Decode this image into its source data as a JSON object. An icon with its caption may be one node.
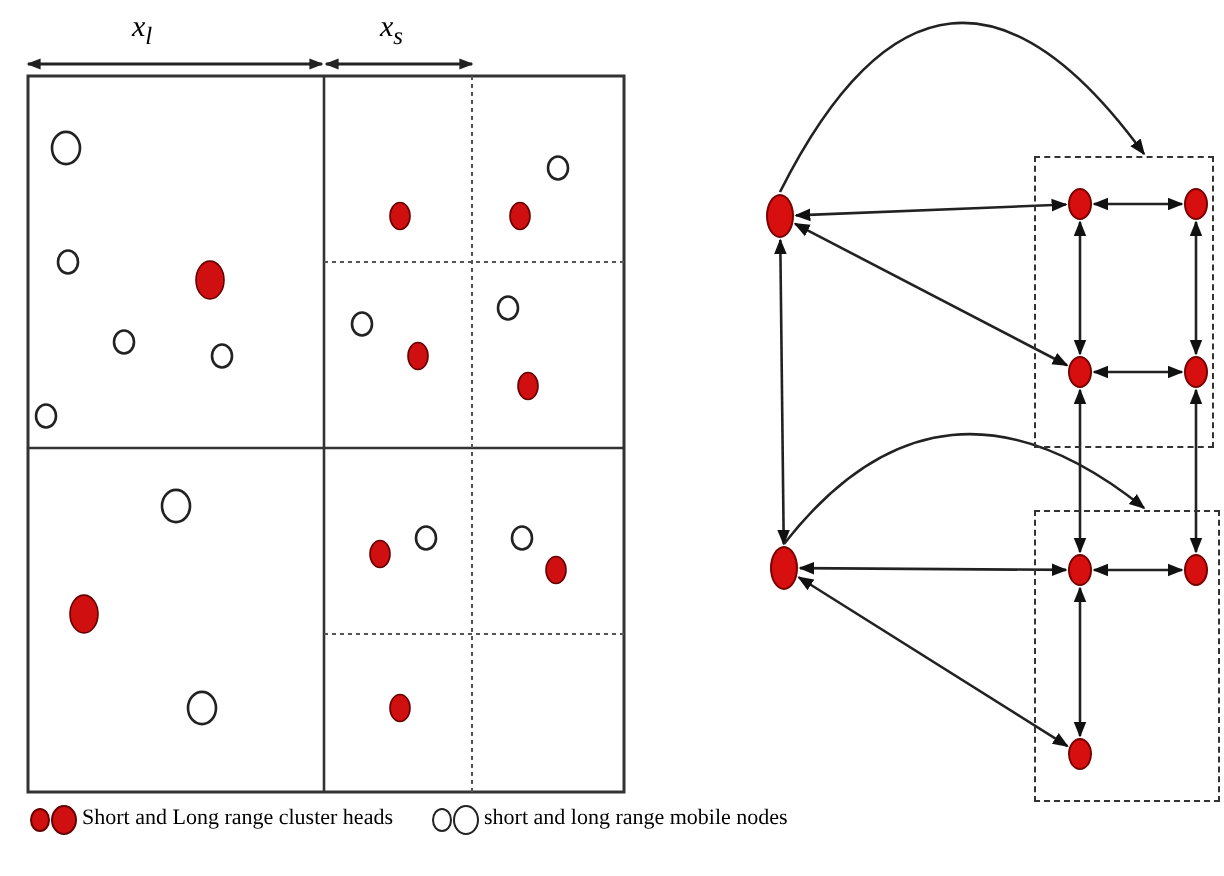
{
  "diagram": {
    "nodes": [
      {
        "text": [],
        "shape": "circle"
      },
      {
        "text": [],
        "shape": "box"
      },
      {
        "text": [],
        "shape": "circle",
        "in": 1
      },
      {
        "text": [],
        "shape": "circle",
        "in": 1
      },
      {
        "text": [],
        "shape": "circle",
        "in": 1
      },
      {
        "text": [],
        "shape": "circle",
        "in": 1
      },
      {
        "text": [],
        "shape": "circle"
      },
      {
        "text": [],
        "shape": "box"
      },
      {
        "text": [],
        "shape": "circle",
        "in": 7
      },
      {
        "text": [],
        "shape": "circle",
        "in": 7
      },
      {
        "text": [],
        "shape": "circle",
        "in": 7
      }
    ],
    "edges": [
      {
        "from": 0,
        "to": 1,
        "arrow": "to"
      },
      {
        "from": 0,
        "to": 2,
        "arrow": "both"
      },
      {
        "from": 0,
        "to": 4,
        "arrow": "both"
      },
      {
        "from": 2,
        "to": 3,
        "arrow": "both"
      },
      {
        "from": 2,
        "to": 4,
        "arrow": "both"
      },
      {
        "from": 3,
        "to": 5,
        "arrow": "both"
      },
      {
        "from": 4,
        "to": 5,
        "arrow": "both"
      },
      {
        "from": 0,
        "to": 6,
        "arrow": "both"
      },
      {
        "from": 6,
        "to": 7,
        "arrow": "to"
      },
      {
        "from": 4,
        "to": 8,
        "arrow": "both"
      },
      {
        "from": 5,
        "to": 9,
        "arrow": "both"
      },
      {
        "from": 6,
        "to": 8,
        "arrow": "both"
      },
      {
        "from": 8,
        "to": 9,
        "arrow": "both"
      },
      {
        "from": 6,
        "to": 10,
        "arrow": "both"
      },
      {
        "from": 8,
        "to": 10,
        "arrow": "both"
      }
    ],
    "labels": [
      "x$_{l}$",
      "x$_{s}$"
    ],
    "legend": [
      {
        "text": "Short and Long range cluster heads"
      },
      {
        "text": "short and long range mobile nodes"
      }
    ]
  }
}
